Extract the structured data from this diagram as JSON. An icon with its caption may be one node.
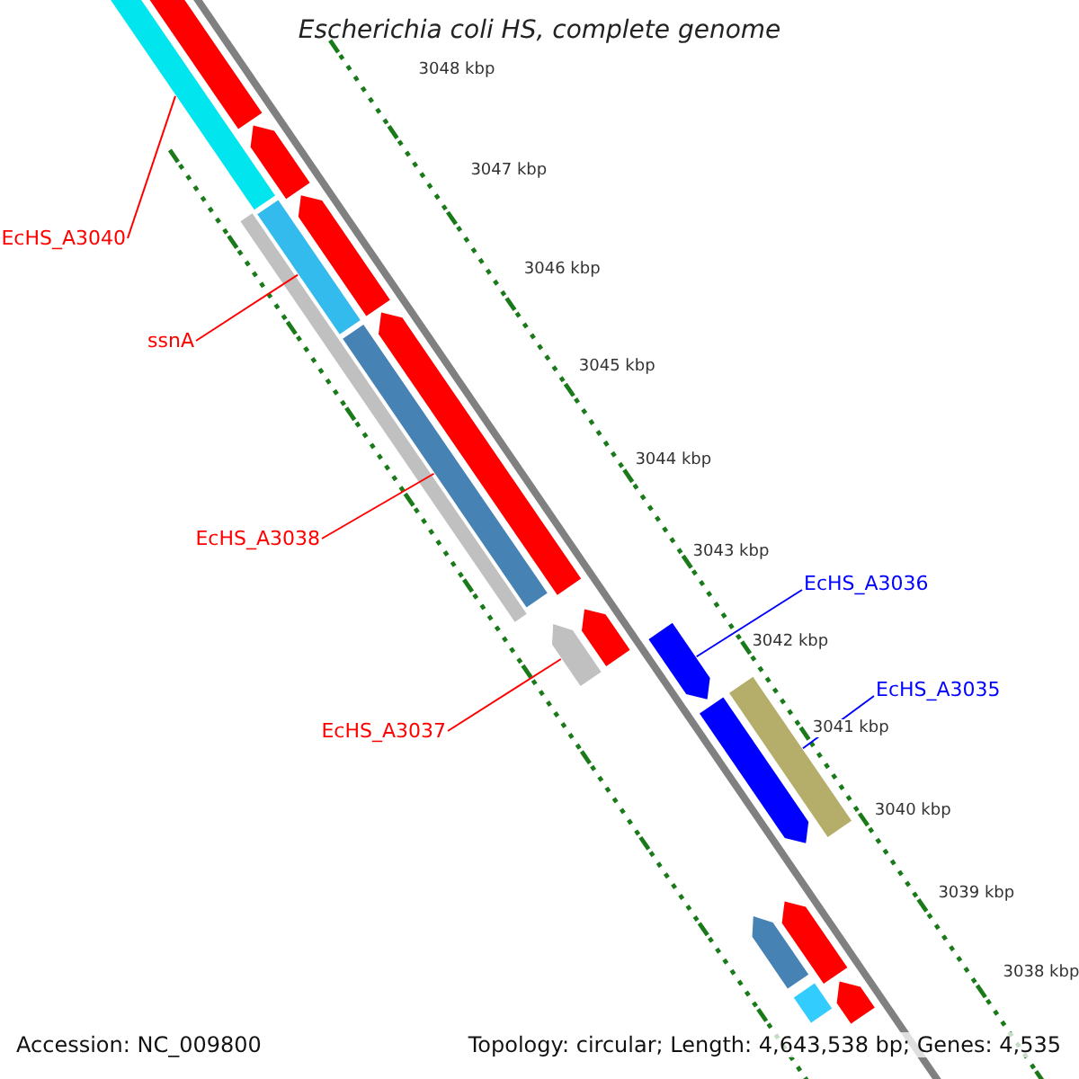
{
  "diagram": {
    "title": "Escherichia coli HS, complete genome",
    "nodes": [
      {
        "text": [
          "EcHS_A3040"
        ]
      },
      {
        "text": [
          "ssnA"
        ]
      },
      {
        "text": [
          "EcHS_A3038"
        ]
      },
      {
        "text": [
          "EcHS_A3037"
        ]
      },
      {
        "text": [
          "EcHS_A3036"
        ]
      },
      {
        "text": [
          "EcHS_A3035"
        ]
      },
      {
        "text": [],
        "shape": "bar"
      },
      {
        "text": [],
        "shape": "bar"
      },
      {
        "text": [],
        "shape": "bar"
      },
      {
        "text": [],
        "shape": "bar"
      },
      {
        "text": [],
        "shape": "bar"
      },
      {
        "text": [],
        "shape": "bar"
      },
      {
        "text": [],
        "shape": "bar"
      },
      {
        "text": [],
        "shape": "bar"
      },
      {
        "text": [],
        "shape": "bar"
      },
      {
        "text": [],
        "shape": "bar"
      },
      {
        "text": [],
        "shape": "bar"
      },
      {
        "text": [],
        "shape": "bar"
      },
      {
        "text": [],
        "shape": "bar"
      },
      {
        "text": [],
        "shape": "bar"
      },
      {
        "text": [],
        "shape": "bar"
      },
      {
        "text": [],
        "shape": "bar"
      },
      {
        "text": [],
        "shape": "bar"
      }
    ],
    "edges": [
      {
        "from": 0,
        "to": 6,
        "arrow": "none"
      },
      {
        "from": 1,
        "to": 7,
        "arrow": "none"
      },
      {
        "from": 2,
        "to": 8,
        "arrow": "none"
      },
      {
        "from": 3,
        "to": 9,
        "arrow": "none"
      },
      {
        "from": 4,
        "to": 10,
        "arrow": "none",
        "color": "#0000ff"
      },
      {
        "from": 5,
        "to": 11,
        "arrow": "none",
        "color": "#0000ff"
      }
    ],
    "labels": [
      "3048 kbp",
      "3047 kbp",
      "3046 kbp",
      "3045 kbp",
      "3044 kbp",
      "3043 kbp",
      "3042 kbp",
      "3041 kbp",
      "3040 kbp",
      "3039 kbp",
      "3038 kbp",
      "Accession: NC_009800",
      "Topology: circular; Length: 4,643,538 bp; Genes: 4,535"
    ]
  }
}
